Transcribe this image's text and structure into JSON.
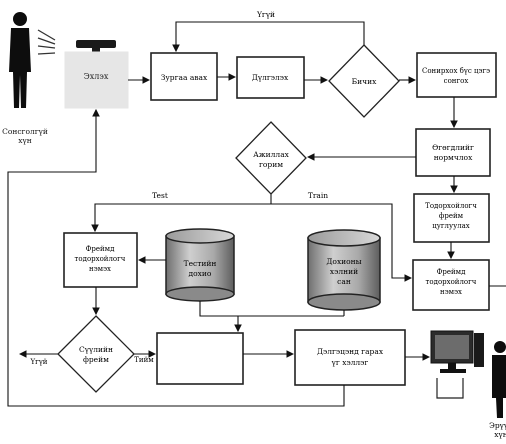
{
  "labels": {
    "start": "Эхлэх",
    "person_left": [
      "Сонсголгүй",
      "хүн"
    ],
    "person_right": [
      "Эрүүл",
      "хүн"
    ],
    "capture": "Зургаа авах",
    "filter": "Дүлгэлэх",
    "write": "Бичих",
    "select_object": [
      "Сонирхох бүс цэгэ",
      "сонгох"
    ],
    "normalize": [
      "Өгөгдлийг",
      "нормчлох"
    ],
    "work_mode": [
      "Ажиллах",
      "горим"
    ],
    "extract_features": [
      "Тодорхойлогч",
      "фрейм",
      "цуглуулах"
    ],
    "frame_features_right": [
      "Фреймд",
      "тодорхойлогч",
      "нэмэх"
    ],
    "frame_features_left": [
      "Фреймд",
      "тодорхойлогч",
      "нэмэх"
    ],
    "test_db": [
      "Тестийн",
      "дохио"
    ],
    "sign_db": [
      "Дохионы",
      "хэлний",
      "сан"
    ],
    "compare": [
      "Сүүлийн",
      "фрейм"
    ],
    "screen_output": [
      "Дэлгэцэнд гарах",
      "үг хэллэг"
    ],
    "edge_no_top": "Үгүй",
    "edge_test": "Test",
    "edge_train": "Train",
    "edge_no_left": "Үгүй",
    "edge_yes": "Тийм"
  }
}
